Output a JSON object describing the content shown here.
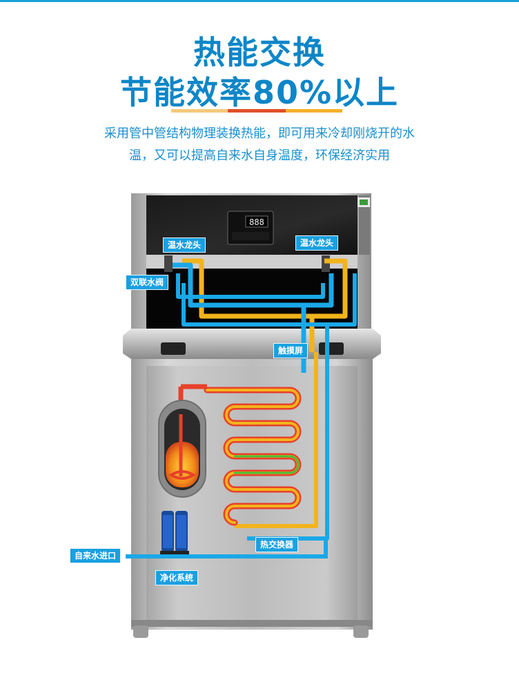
{
  "header": {
    "title_line1": "热能交换",
    "title_line2": "节能效率80%以上",
    "description_line1": "采用管中管结构物理装换热能，即可用来冷却刚烧开的水",
    "description_line2": "温，又可以提高自来水自身温度，环保经济实用"
  },
  "display": {
    "digits": "888"
  },
  "labels": {
    "faucet_left": "温水龙头",
    "faucet_right": "温水龙头",
    "dual_valve": "双联水阀",
    "touch_screen": "触摸屏",
    "heat_exchanger": "热交换器",
    "water_inlet": "自来水进口",
    "purification": "净化系统"
  },
  "colors": {
    "brand_blue": "#0d86c8",
    "cold_pipe": "#1aa8e8",
    "hot_pipe": "#e8402a",
    "warm_pipe": "#f2b41c",
    "exchange_pipe": "#f07a2a",
    "label_bg": "#1aa0e0"
  }
}
